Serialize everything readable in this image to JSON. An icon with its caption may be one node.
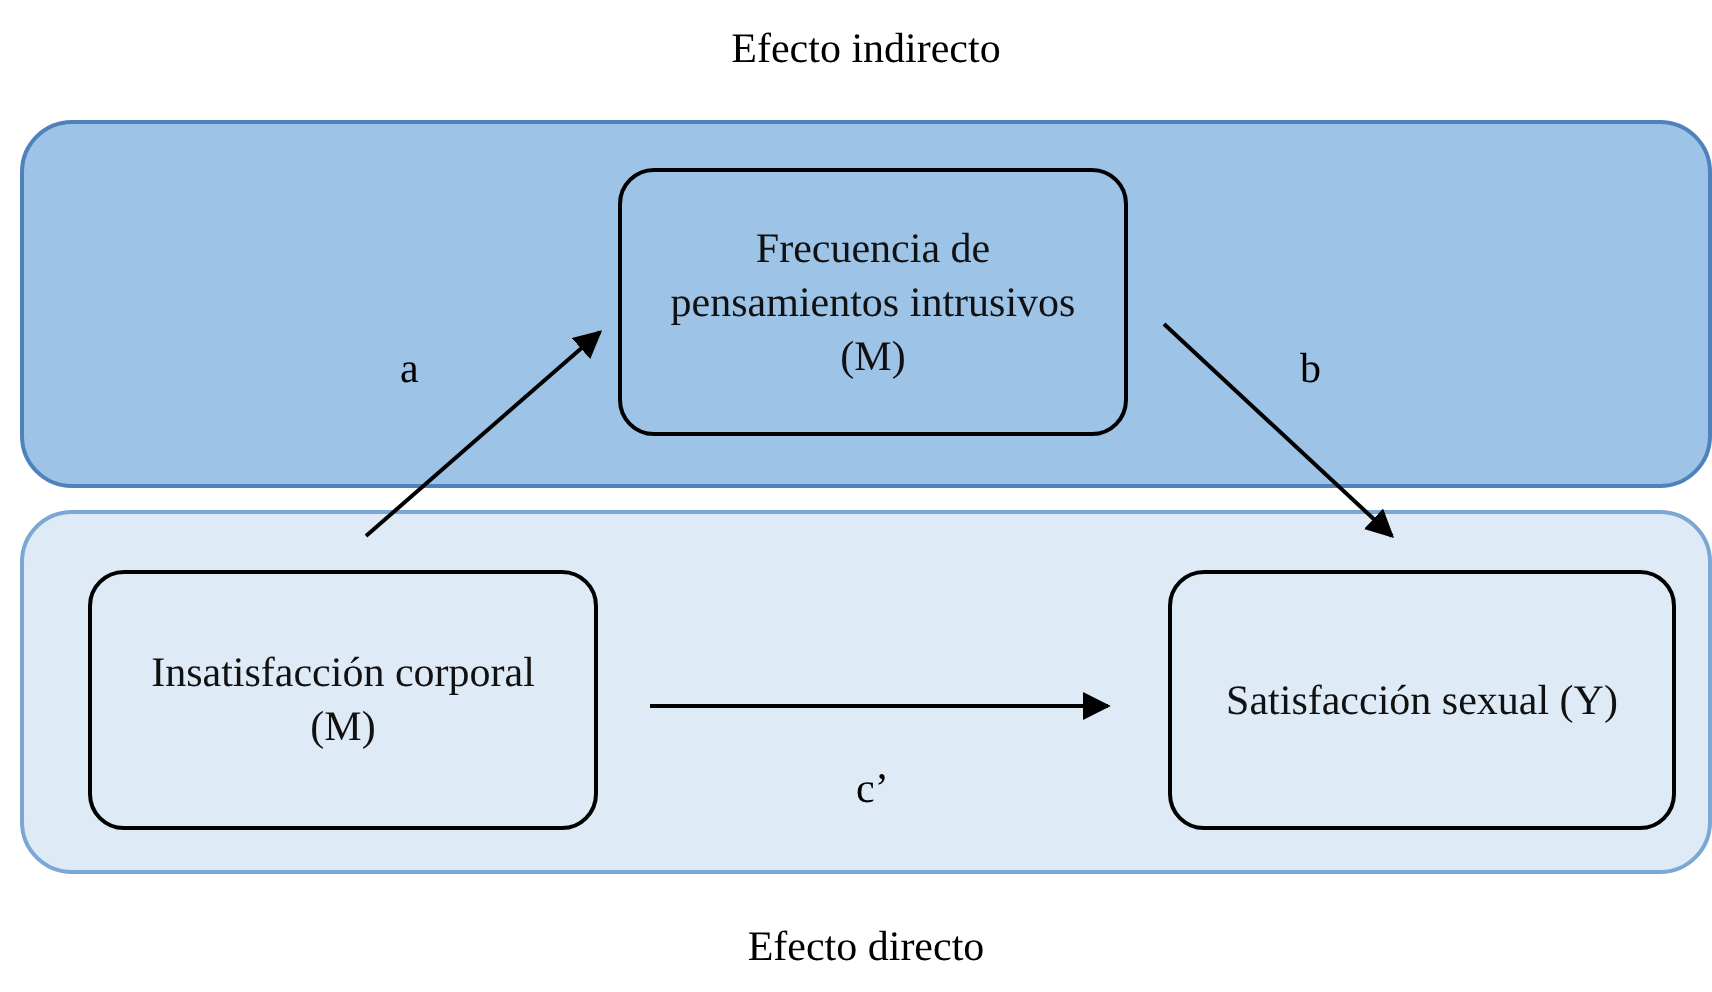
{
  "diagram": {
    "nodes": [
      {
        "text": [
          "Efecto indirecto"
        ]
      },
      {
        "text": [
          "Frecuencia de pensamientos intrusivos (M)"
        ],
        "in": 0
      },
      {
        "text": [
          "Efecto directo"
        ]
      },
      {
        "text": [
          "Insatisfacción corporal (M)"
        ],
        "in": 2
      },
      {
        "text": [
          "Satisfacción sexual (Y)"
        ],
        "in": 2
      }
    ],
    "edges": [
      {
        "from": 3,
        "to": 1,
        "arrow": "to",
        "label": "a"
      },
      {
        "from": 1,
        "to": 4,
        "arrow": "to",
        "label": "b"
      },
      {
        "from": 3,
        "to": 4,
        "arrow": "to",
        "label": "c’"
      }
    ]
  }
}
